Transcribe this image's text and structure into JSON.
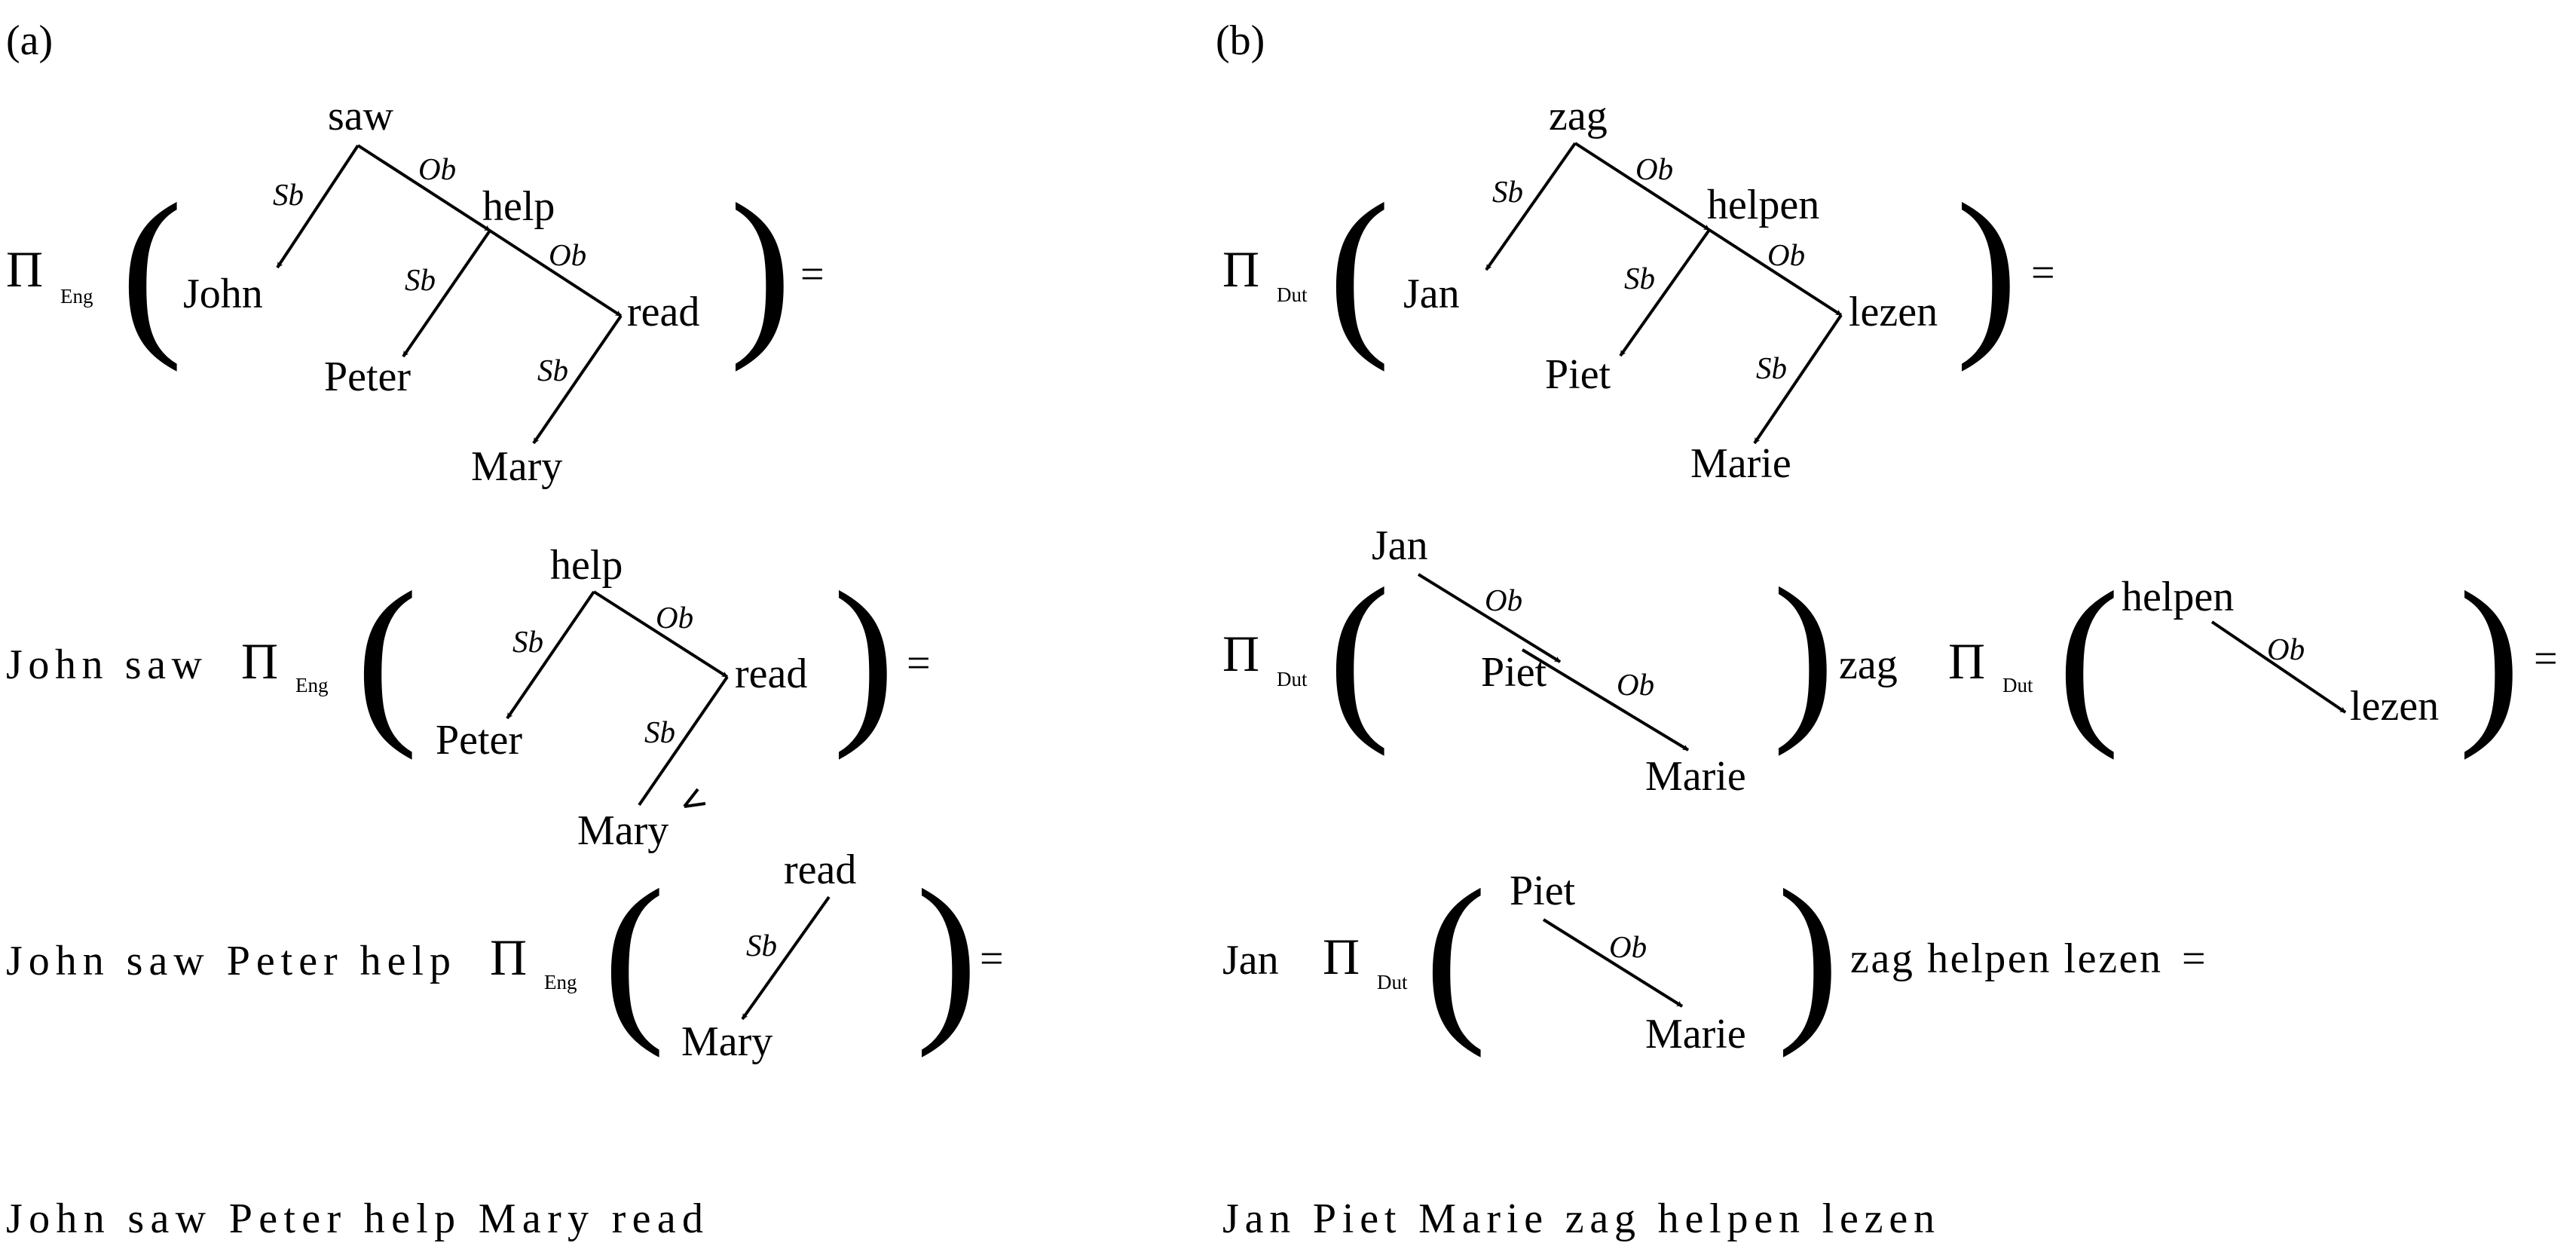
{
  "panels": {
    "a": "(a)",
    "b": "(b)"
  },
  "projection": {
    "symbol": "Π",
    "eng": "Eng",
    "dut": "Dut"
  },
  "equals": "=",
  "paren_open": "(",
  "paren_close": ")",
  "arc_labels": {
    "subject": "Sb",
    "object": "Ob"
  },
  "words": {
    "saw": "saw",
    "help": "help",
    "read": "read",
    "john": "John",
    "peter": "Peter",
    "mary": "Mary",
    "zag": "zag",
    "helpen": "helpen",
    "lezen": "lezen",
    "jan": "Jan",
    "piet": "Piet",
    "marie": "Marie"
  },
  "prefixes": {
    "john_saw": "John saw",
    "john_saw_peter_help": "John saw Peter help",
    "jan": "Jan",
    "zag_helpen_lezen": "zag helpen lezen"
  },
  "results": {
    "english": "John saw Peter help Mary read",
    "dutch": "Jan Piet Marie zag helpen lezen"
  }
}
